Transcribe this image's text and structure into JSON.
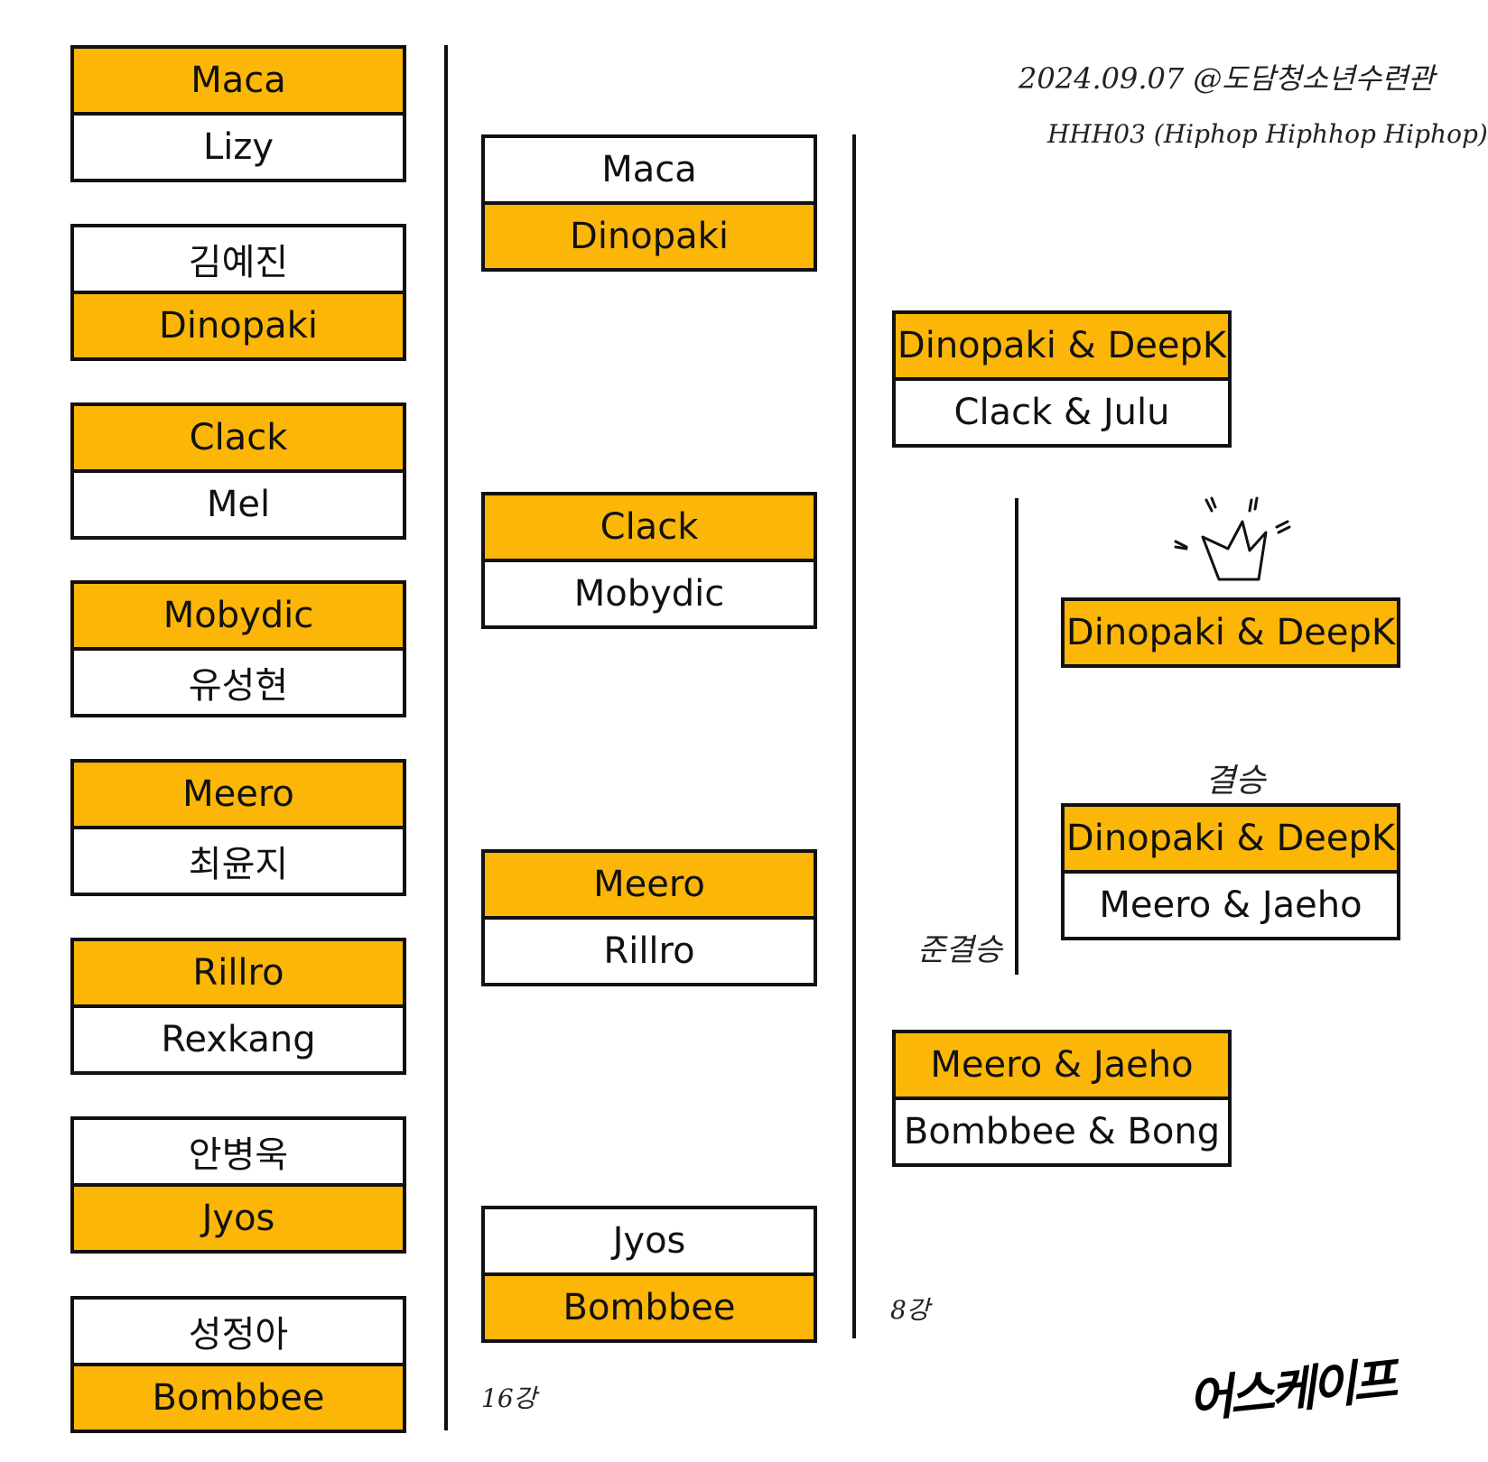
{
  "header": {
    "date_venue": "2024.09.07 @도담청소년수련관",
    "event": "HHH03 (Hiphop Hiphhop Hiphop)"
  },
  "round16": {
    "label": "16강",
    "matches": [
      {
        "top": "Maca",
        "bottom": "Lizy",
        "winner": "top"
      },
      {
        "top": "김예진",
        "bottom": "Dinopaki",
        "winner": "bottom"
      },
      {
        "top": "Clack",
        "bottom": "Mel",
        "winner": "top"
      },
      {
        "top": "Mobydic",
        "bottom": "유성현",
        "winner": "top"
      },
      {
        "top": "Meero",
        "bottom": "최윤지",
        "winner": "top"
      },
      {
        "top": "Rillro",
        "bottom": "Rexkang",
        "winner": "top"
      },
      {
        "top": "안병욱",
        "bottom": "Jyos",
        "winner": "bottom"
      },
      {
        "top": "성정아",
        "bottom": "Bombbee",
        "winner": "bottom"
      }
    ]
  },
  "round8": {
    "label": "8강",
    "matches": [
      {
        "top": "Maca",
        "bottom": "Dinopaki",
        "winner": "bottom"
      },
      {
        "top": "Clack",
        "bottom": "Mobydic",
        "winner": "top"
      },
      {
        "top": "Meero",
        "bottom": "Rillro",
        "winner": "top"
      },
      {
        "top": "Jyos",
        "bottom": "Bombbee",
        "winner": "bottom"
      }
    ]
  },
  "semifinal": {
    "label": "준결승",
    "matches": [
      {
        "top": "Dinopaki & DeepK",
        "bottom": "Clack & Julu",
        "winner": "top"
      },
      {
        "top": "Meero & Jaeho",
        "bottom": "Bombbee & Bong",
        "winner": "top"
      }
    ]
  },
  "final": {
    "label": "결승",
    "match": {
      "top": "Dinopaki & DeepK",
      "bottom": "Meero & Jaeho",
      "winner": "top"
    }
  },
  "champion": {
    "name": "Dinopaki & DeepK",
    "icon": "crown-icon"
  },
  "signature": "어스케이프",
  "colors": {
    "winner": "#fcb608",
    "border": "#111111",
    "background": "#ffffff"
  }
}
